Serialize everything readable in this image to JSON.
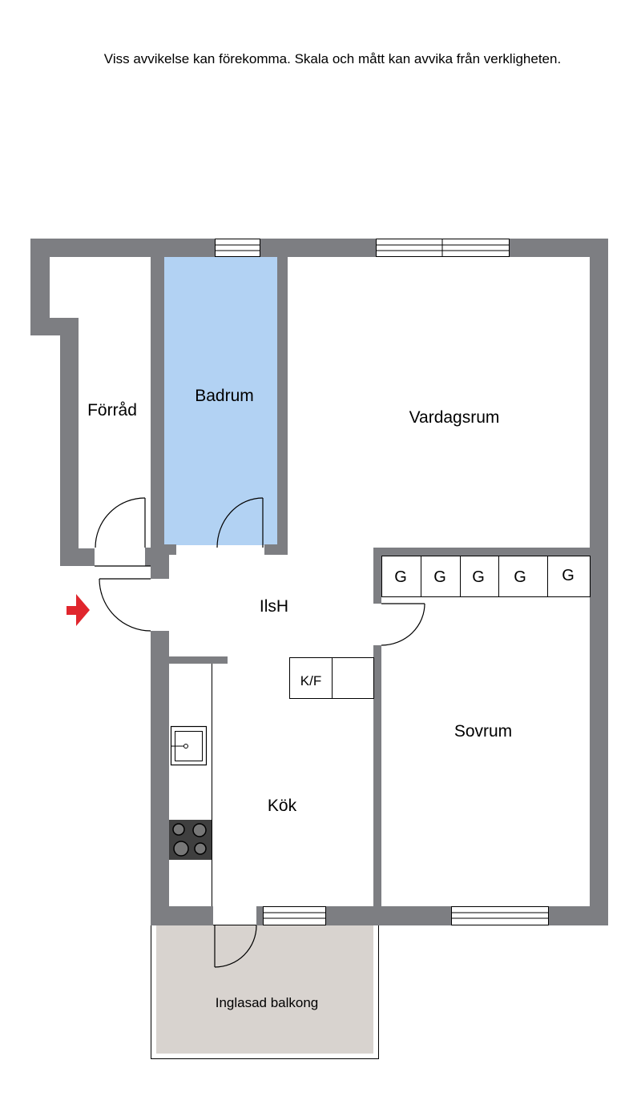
{
  "disclaimer": "Viss avvikelse kan förekomma. Skala och mått kan avvika från verkligheten.",
  "colors": {
    "wall": "#7d7e82",
    "bathroom": "#b2d2f3",
    "balcony": "#d8d3cf",
    "entry_arrow": "#e0262d"
  },
  "rooms": {
    "storage": "Förråd",
    "bathroom": "Badrum",
    "living_room": "Vardagsrum",
    "hall": "IlsH",
    "kitchen": "Kök",
    "bedroom": "Sovrum",
    "balcony": "Inglasad balkong"
  },
  "fixtures": {
    "wardrobe_label": "G",
    "fridge_freezer": "K/F"
  },
  "icons": [
    "entry-arrow-icon",
    "sink-icon",
    "stove-icon"
  ]
}
